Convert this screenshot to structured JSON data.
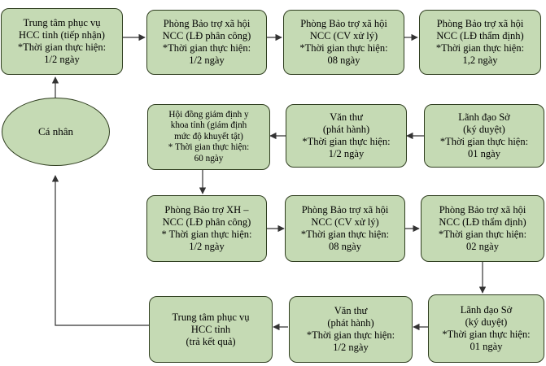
{
  "nodes": {
    "n1": [
      "Trung tâm phục vụ",
      "HCC tỉnh (tiếp nhận)",
      "*Thời gian thực hiện:",
      "1/2 ngày"
    ],
    "n2": [
      "Phòng Bảo trợ xã hội",
      "NCC (LĐ phân công)",
      "*Thời gian thực hiện:",
      "1/2 ngày"
    ],
    "n3": [
      "Phòng Bảo trợ xã hội",
      "NCC (CV xử lý)",
      "*Thời gian thực hiện:",
      "08 ngày"
    ],
    "n4": [
      "Phòng Bảo trợ xã hội",
      "NCC (LĐ thẩm định)",
      "*Thời gian thực hiện:",
      "1,2 ngày"
    ],
    "n5": [
      "Lãnh đạo Sở",
      "(ký duyệt)",
      "*Thời gian thực hiện:",
      "01 ngày"
    ],
    "n6": [
      "Văn thư",
      "(phát hành)",
      "*Thời gian thực hiện:",
      "1/2 ngày"
    ],
    "n7": [
      "Hội đồng giám định y",
      "khoa tỉnh (giám định",
      "mức độ khuyết tật)",
      "* Thời gian thực hiện:",
      "60 ngày"
    ],
    "n8": [
      "Phòng Bảo trợ XH –",
      "NCC (LĐ phân công)",
      "* Thời gian thực hiện:",
      "1/2 ngày"
    ],
    "n9": [
      "Phòng Bảo trợ xã hội",
      "NCC (CV xử lý)",
      "*Thời gian thực hiện:",
      "08 ngày"
    ],
    "n10": [
      "Phòng Bảo trợ xã hội",
      "NCC (LĐ thẩm định)",
      "*Thời gian thực hiện:",
      "02 ngày"
    ],
    "n11": [
      "Lãnh đạo Sở",
      "(ký duyệt)",
      "*Thời gian thực hiện:",
      "01 ngày"
    ],
    "n12": [
      "Văn thư",
      "(phát hành)",
      "*Thời gian thực hiện:",
      "1/2 ngày"
    ],
    "n13": [
      "Trung tâm phục vụ",
      "HCC tỉnh",
      "(trả kết quả)"
    ]
  },
  "start": "Cá nhân",
  "colors": {
    "fill": "#c5dab4",
    "stroke": "#2f3e1f",
    "arrow": "#333333"
  }
}
